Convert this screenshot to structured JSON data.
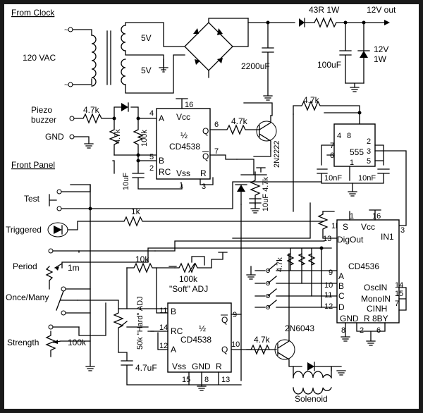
{
  "sections": {
    "from_clock": "From Clock",
    "front_panel": "Front Panel"
  },
  "power": {
    "ac_label": "120 VAC",
    "winding1": "5V",
    "winding2": "5V",
    "cap_main": "2200uF",
    "resistor": "43R 1W",
    "out": "12V out",
    "cap_out": "100uF",
    "zener1": "12V",
    "zener2": "1W"
  },
  "panel": {
    "piezo1": "Piezo",
    "piezo2": "buzzer",
    "gnd": "GND",
    "test": "Test",
    "triggered": "Triggered",
    "period": "Period",
    "once_many": "Once/Many",
    "strength": "Strength"
  },
  "components": {
    "r_4k7_piezo": "4.7k",
    "r_4k7_v": "4.7k",
    "r_100k_v": "100k",
    "c_10uf_left": "10uF",
    "r_4k7_q": "4.7k",
    "r_4k7_555": "4.7k",
    "r_1k": "1k",
    "r_1k_v": "1k",
    "pot_1m": "1m",
    "r_10k": "10k",
    "pot_100k_soft": "100k",
    "soft_adj": "\"Soft\" ADJ",
    "pot_50k": "50k \"Hard\" ADJ",
    "pot_100k_strength": "100k",
    "c_4u7": "4.7uF",
    "r_4k7_out": "4.7k",
    "r_4k7_dip": "4.7k",
    "c_10uf_mid": "10uF 4.7k",
    "c_10nf_1": "10nF",
    "c_10nf_2": "10nF",
    "t1": "2N2222",
    "t2": "2N6043",
    "solenoid": "Solenoid"
  },
  "ic1": {
    "half": "½",
    "name": "CD4538",
    "vcc": "Vcc",
    "pin16": "16",
    "a": "A",
    "b": "B",
    "rc": "RC",
    "vss": "Vss",
    "r": "R",
    "q": "Q",
    "qbar": "Q",
    "p4": "4",
    "p5": "5",
    "p2": "2",
    "p1": "1",
    "p3": "3",
    "p6": "6",
    "p7": "7"
  },
  "ic2": {
    "half": "½",
    "name": "CD4538",
    "b": "B",
    "rc": "RC",
    "a": "A",
    "vss": "Vss",
    "gnd": "GND",
    "r": "R",
    "q": "Q",
    "qbar": "Q",
    "p11": "11",
    "p14": "14",
    "p12": "12",
    "p9": "9",
    "p10": "10",
    "p15": "15",
    "p8": "8",
    "p13": "13"
  },
  "ic3": {
    "name": "555",
    "p4": "4",
    "p8": "8",
    "p7": "7",
    "p6": "6",
    "p2": "2",
    "p3": "3",
    "p1": "1",
    "p5": "5"
  },
  "ic4": {
    "name": "CD4536",
    "s": "S",
    "vcc": "Vcc",
    "digout": "DigOut",
    "in1": "IN1",
    "a": "A",
    "b": "B",
    "c": "C",
    "d": "D",
    "oscin": "OscIN",
    "monoin": "MonoIN",
    "cinh": "CINH",
    "gnd": "GND",
    "r": "R",
    "by8": "8BY",
    "p1": "1",
    "p16": "16",
    "p13": "13",
    "p3": "3",
    "p9": "9",
    "p10": "10",
    "p11": "11",
    "p12": "12",
    "p14": "14",
    "p15": "15",
    "p7": "7",
    "p8": "8",
    "p2": "2",
    "p6": "6"
  }
}
